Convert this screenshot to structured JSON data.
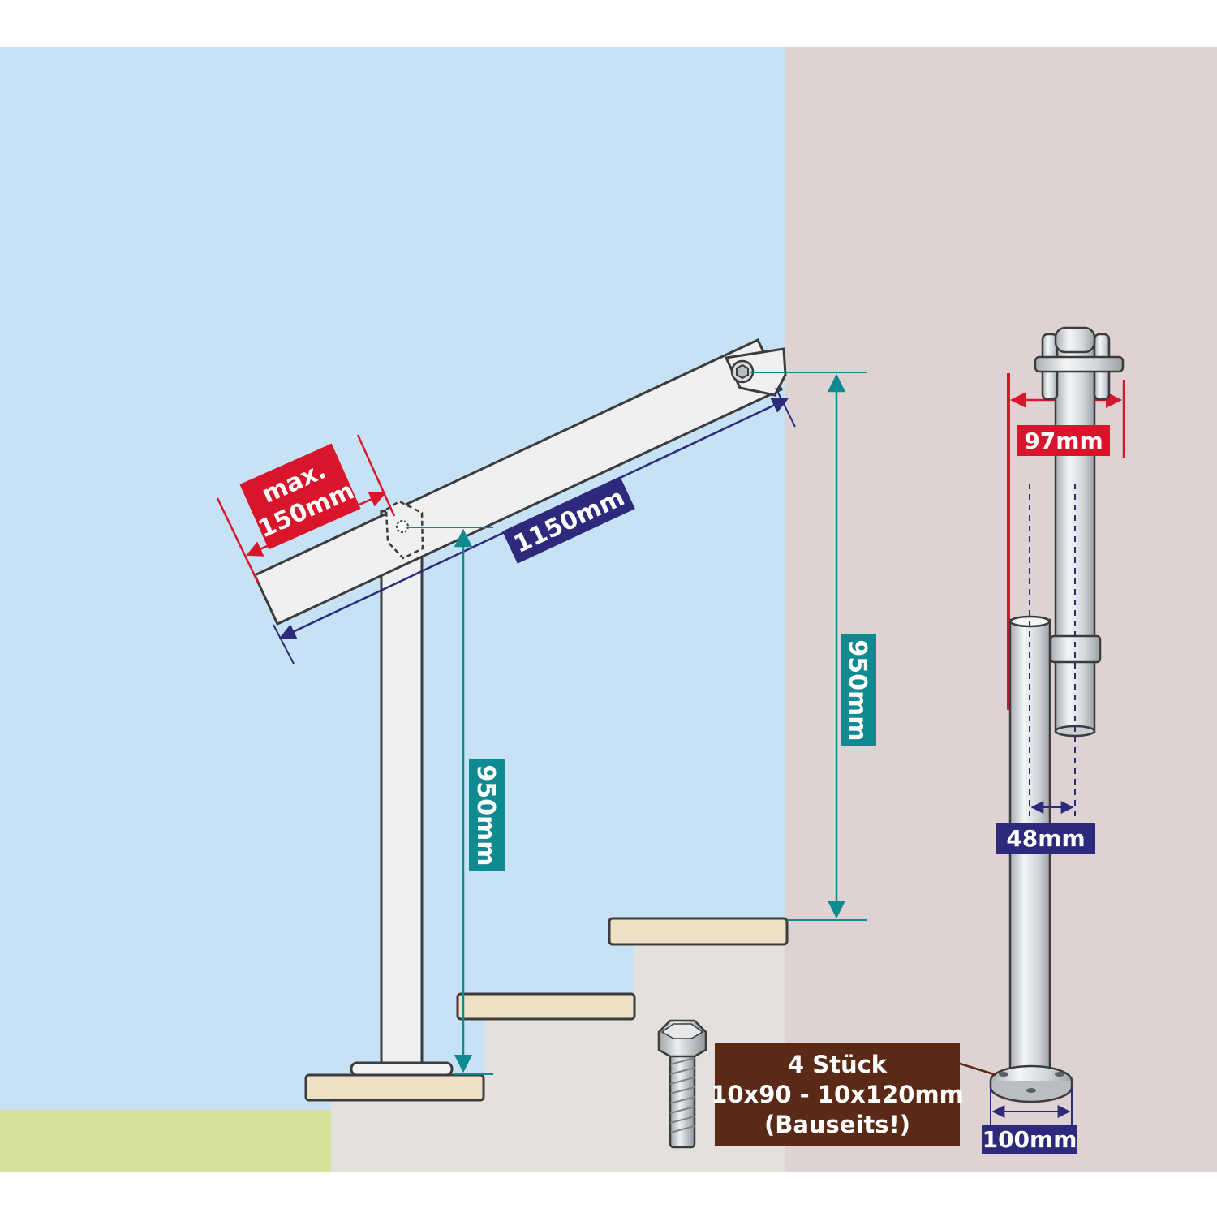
{
  "labels": {
    "overhang_line1": "max.",
    "overhang_line2": "150mm",
    "rail_length": "1150mm",
    "post_height_left": "950mm",
    "post_height_right": "950mm",
    "bracket_width": "97mm",
    "tube_offset": "48mm",
    "base_diameter": "100mm"
  },
  "screw_note": {
    "line1": "4 Stück",
    "line2": "10x90 - 10x120mm",
    "line3": "(Bauseits!)"
  },
  "colors": {
    "wall_blue": "#c7e2f5",
    "wall_mauve": "#dfd2d3",
    "floor_green": "#d4e29b",
    "stair_riser": "#e4e0db",
    "step_tread": "#ece1c4",
    "red_label": "#d9152b",
    "navy_label": "#2d2a7e",
    "teal_label": "#0f8a91",
    "brown_note": "#5b2a17",
    "metal_light": "#eef0f2",
    "metal_mid": "#c9ced4",
    "outline": "#3c3c3c"
  }
}
